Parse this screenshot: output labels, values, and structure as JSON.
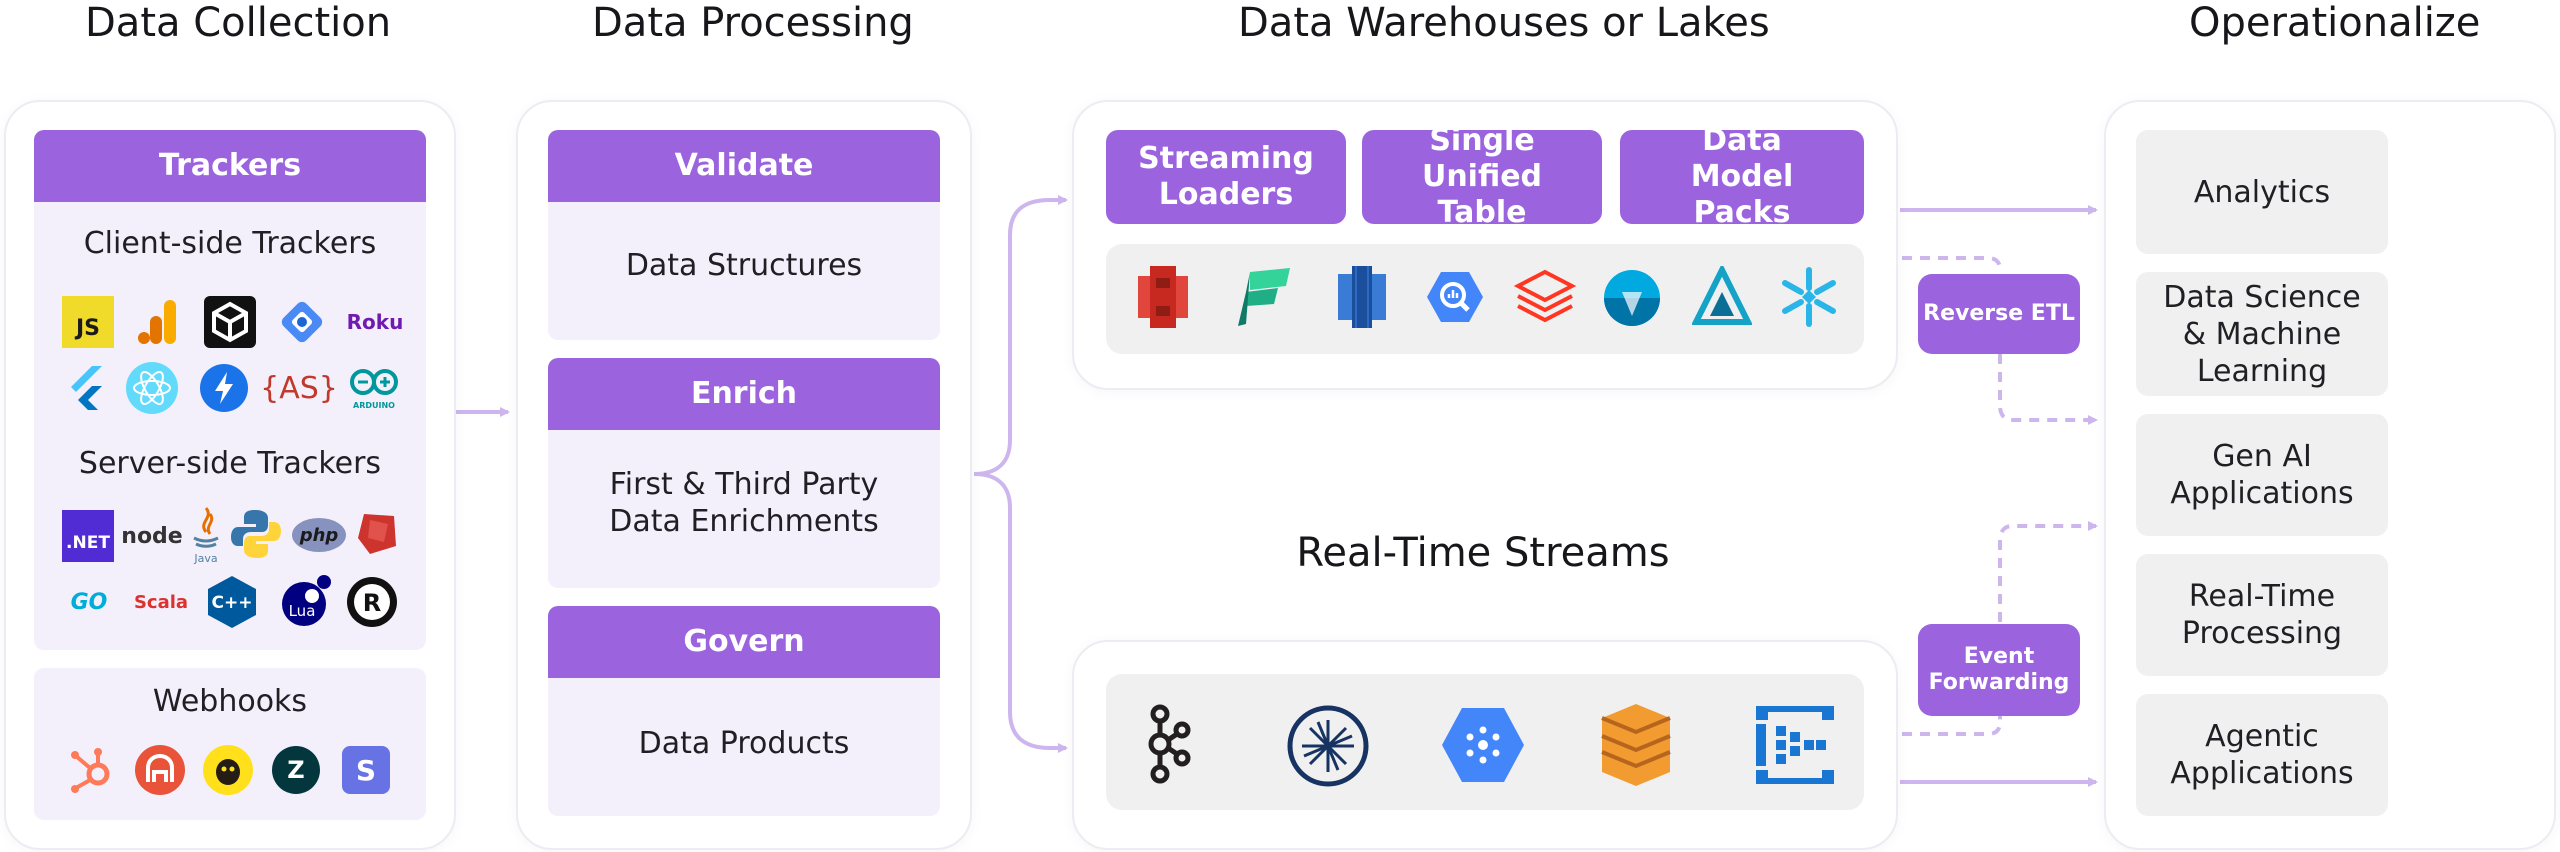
{
  "columns": {
    "collection": "Data Collection",
    "processing": "Data Processing",
    "warehouses": "Data Warehouses or Lakes",
    "operationalize": "Operationalize"
  },
  "collection": {
    "trackers_header": "Trackers",
    "client_side_title": "Client-side Trackers",
    "server_side_title": "Server-side Trackers",
    "webhooks_title": "Webhooks",
    "client_icons_row1": [
      "javascript-icon",
      "analytics-bars-icon",
      "unity-icon",
      "google-tag-manager-icon",
      "roku-icon"
    ],
    "client_icons_row2": [
      "flutter-icon",
      "react-native-icon",
      "lightning-icon",
      "actionscript-icon",
      "arduino-icon"
    ],
    "server_icons_row1": [
      "dotnet-icon",
      "nodejs-icon",
      "java-icon",
      "python-icon",
      "php-icon",
      "ruby-icon"
    ],
    "server_icons_row2": [
      "go-icon",
      "scala-icon",
      "cpp-icon",
      "lua-icon",
      "rust-icon"
    ],
    "webhook_icons": [
      "hubspot-icon",
      "a-logo-icon",
      "mailchimp-icon",
      "zendesk-icon",
      "s-logo-icon"
    ],
    "glyphs": {
      "js": "JS",
      "roku": "Roku",
      "as": "{AS}",
      "arduino": "ARDUINO",
      "dotnet": ".NET",
      "node": "node",
      "java": "Java",
      "php": "php",
      "go": "GO",
      "scala": "Scala",
      "cpp": "C++",
      "lua": "Lua",
      "rust": "R",
      "zendesk": "Z",
      "s": "S"
    }
  },
  "processing": {
    "validate_header": "Validate",
    "validate_body": "Data Structures",
    "enrich_header": "Enrich",
    "enrich_body": "First & Third Party Data Enrichments",
    "govern_header": "Govern",
    "govern_body": "Data Products"
  },
  "warehouses": {
    "btn_streaming": "Streaming Loaders",
    "btn_single": "Single Unified Table",
    "btn_models": "Data Model Packs",
    "icons": [
      "redshift-icon",
      "fabric-icon",
      "dynamodb-icon",
      "bigquery-icon",
      "databricks-icon",
      "delta-lake-icon",
      "azure-synapse-icon",
      "snowflake-icon"
    ]
  },
  "streams": {
    "title": "Real-Time Streams",
    "icons": [
      "kafka-icon",
      "confluent-icon",
      "pubsub-icon",
      "kinesis-icon",
      "event-hubs-icon"
    ]
  },
  "connectors": {
    "reverse_etl": "Reverse ETL",
    "event_forwarding": "Event Forwarding"
  },
  "operationalize": {
    "items": [
      "Analytics",
      "Data Science & Machine Learning",
      "Gen AI Applications",
      "Real-Time Processing",
      "Agentic Applications"
    ]
  },
  "colors": {
    "accent": "#9b64de",
    "lavender": "#f3f0fb",
    "grey_box": "#f0f0f1",
    "arrow": "#cdb6ee"
  }
}
